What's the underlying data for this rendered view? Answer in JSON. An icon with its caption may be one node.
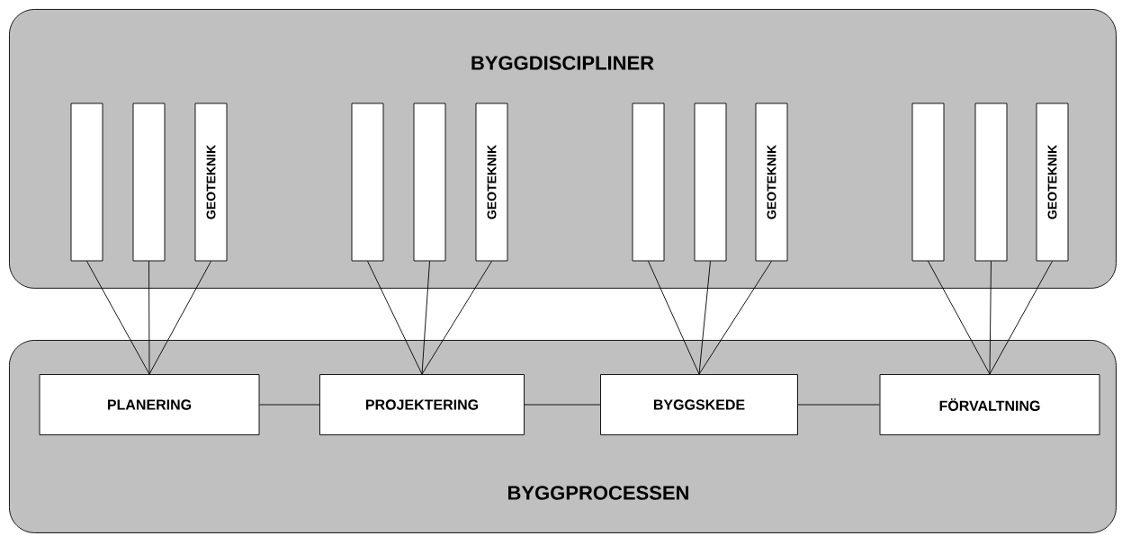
{
  "diagram": {
    "nodes": [
      {
        "text": [
          "BYGGDISCIPLINER"
        ]
      },
      {
        "text": [],
        "shape": "box",
        "in": 0
      },
      {
        "text": [],
        "shape": "box",
        "in": 0
      },
      {
        "text": [
          "GEOTEKNIK"
        ],
        "in": 0
      },
      {
        "text": [],
        "shape": "box",
        "in": 0
      },
      {
        "text": [],
        "shape": "box",
        "in": 0
      },
      {
        "text": [
          "GEOTEKNIK"
        ],
        "in": 0
      },
      {
        "text": [],
        "shape": "box",
        "in": 0
      },
      {
        "text": [],
        "shape": "box",
        "in": 0
      },
      {
        "text": [
          "GEOTEKNIK"
        ],
        "in": 0
      },
      {
        "text": [],
        "shape": "box",
        "in": 0
      },
      {
        "text": [],
        "shape": "box",
        "in": 0
      },
      {
        "text": [
          "GEOTEKNIK"
        ],
        "in": 0
      },
      {
        "text": [
          "BYGGPROCESSEN"
        ]
      },
      {
        "text": [
          "PLANERING"
        ],
        "in": 13
      },
      {
        "text": [
          "PROJEKTERING"
        ],
        "in": 13
      },
      {
        "text": [
          "BYGGSKEDE"
        ],
        "in": 13
      },
      {
        "text": [
          "FÖRVALTNING"
        ],
        "in": 13
      }
    ],
    "edges": [
      {
        "from": 1,
        "to": 14,
        "arrow": "none"
      },
      {
        "from": 2,
        "to": 14,
        "arrow": "none"
      },
      {
        "from": 3,
        "to": 14,
        "arrow": "none"
      },
      {
        "from": 4,
        "to": 15,
        "arrow": "none"
      },
      {
        "from": 5,
        "to": 15,
        "arrow": "none"
      },
      {
        "from": 6,
        "to": 15,
        "arrow": "none"
      },
      {
        "from": 7,
        "to": 16,
        "arrow": "none"
      },
      {
        "from": 8,
        "to": 16,
        "arrow": "none"
      },
      {
        "from": 9,
        "to": 16,
        "arrow": "none"
      },
      {
        "from": 10,
        "to": 17,
        "arrow": "none"
      },
      {
        "from": 11,
        "to": 17,
        "arrow": "none"
      },
      {
        "from": 12,
        "to": 17,
        "arrow": "none"
      },
      {
        "from": 14,
        "to": 15,
        "arrow": "none"
      },
      {
        "from": 15,
        "to": 16,
        "arrow": "none"
      },
      {
        "from": 16,
        "to": 17,
        "arrow": "none"
      }
    ]
  }
}
